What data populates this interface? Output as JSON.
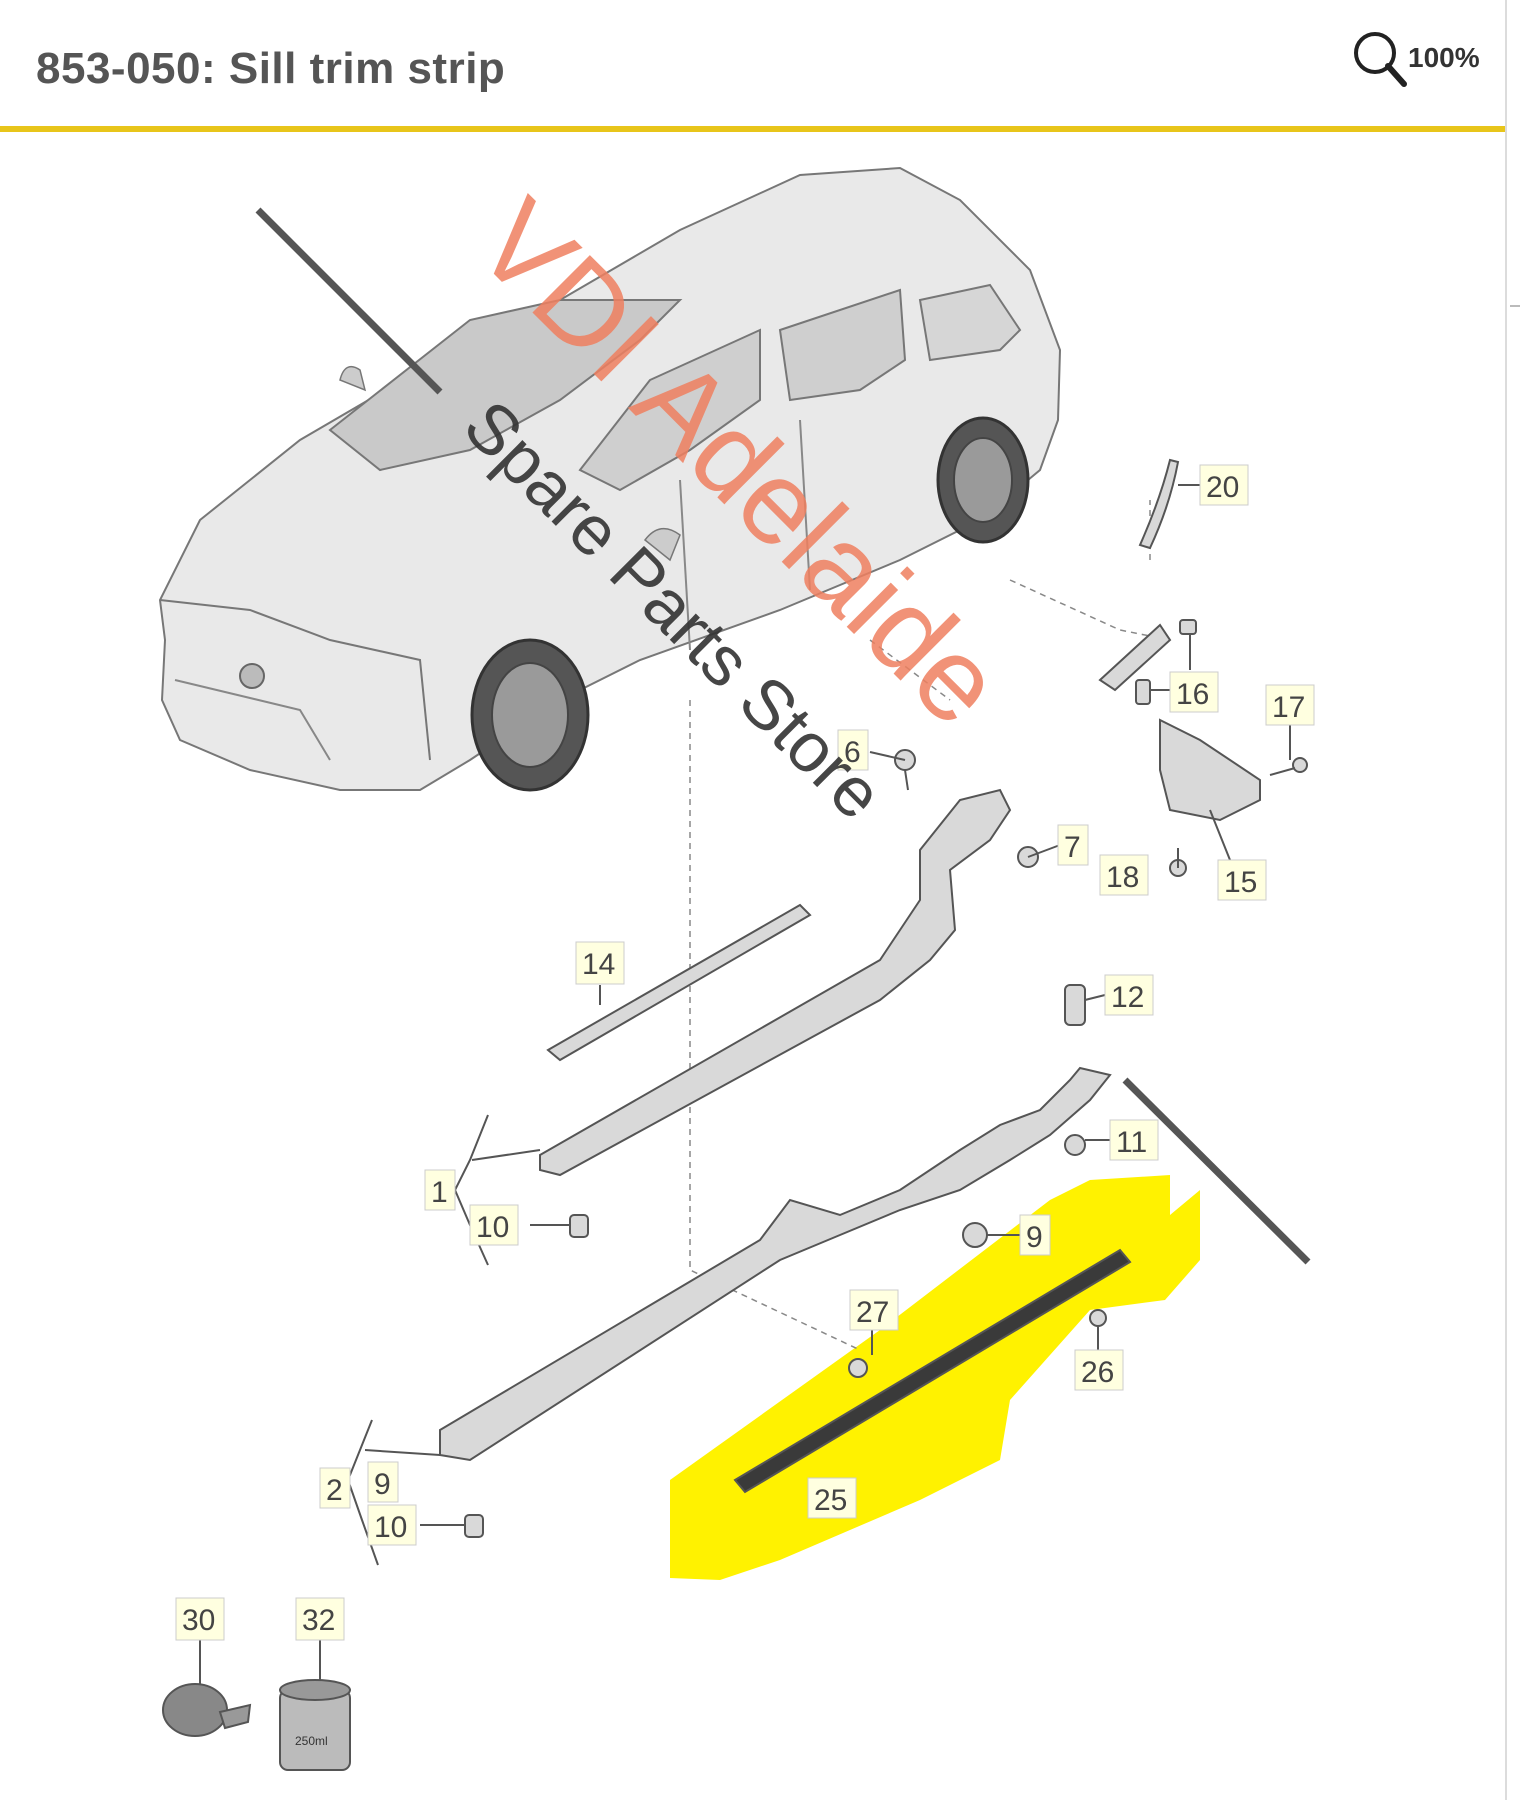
{
  "header": {
    "title": "853-050: Sill trim strip",
    "zoom_label": "100%",
    "accent_color": "#e8c51a"
  },
  "watermark": {
    "line1": "VDI Adelaide",
    "line2": "Spare Parts Store",
    "line1_color": "#ef8060"
  },
  "highlight": {
    "part_number": "25",
    "color": "#fff200"
  },
  "callouts": [
    {
      "id": "1",
      "label": "1"
    },
    {
      "id": "2",
      "label": "2"
    },
    {
      "id": "6",
      "label": "6"
    },
    {
      "id": "7",
      "label": "7"
    },
    {
      "id": "9a",
      "label": "9"
    },
    {
      "id": "9b",
      "label": "9"
    },
    {
      "id": "10a",
      "label": "10"
    },
    {
      "id": "10b",
      "label": "10"
    },
    {
      "id": "11",
      "label": "11"
    },
    {
      "id": "12",
      "label": "12"
    },
    {
      "id": "14",
      "label": "14"
    },
    {
      "id": "15",
      "label": "15"
    },
    {
      "id": "16",
      "label": "16"
    },
    {
      "id": "17",
      "label": "17"
    },
    {
      "id": "18",
      "label": "18"
    },
    {
      "id": "20",
      "label": "20"
    },
    {
      "id": "25",
      "label": "25"
    },
    {
      "id": "26",
      "label": "26"
    },
    {
      "id": "27",
      "label": "27"
    },
    {
      "id": "30",
      "label": "30"
    },
    {
      "id": "32",
      "label": "32"
    }
  ],
  "can_label": "250ml"
}
